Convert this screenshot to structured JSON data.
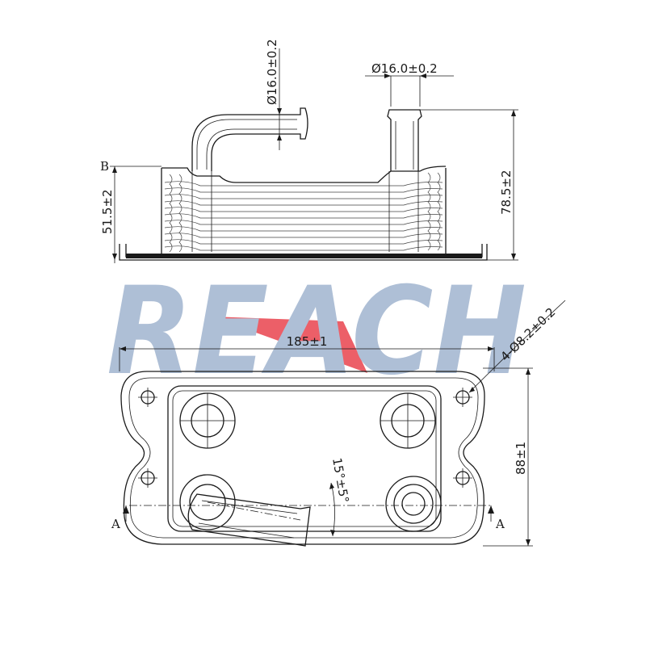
{
  "watermark": {
    "text": "REACH",
    "color": "#aebfd6",
    "accent_color": "#e9434d"
  },
  "dimensions": {
    "inlet_diameter": "Ø16.0±0.2",
    "outlet_diameter": "Ø16.0±0.2",
    "total_height": "78.5±2",
    "stack_height": "51.5±2",
    "overall_length": "185±1",
    "bolt_holes": "4-Ø8.2±0.2",
    "overall_width": "88±1",
    "pipe_angle": "15°±5°"
  },
  "reference_marks": {
    "datum_b": "B",
    "section_a_left": "A",
    "section_a_right": "A"
  },
  "colors": {
    "line": "#1a1a1a",
    "background": "#ffffff"
  }
}
